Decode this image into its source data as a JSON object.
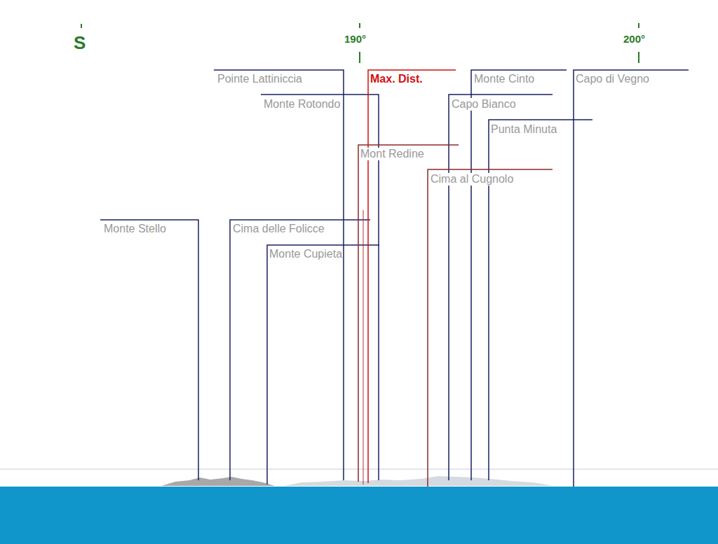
{
  "diagram": {
    "labels": [
      "S",
      "190°",
      "200°",
      "Pointe Lattiniccia",
      "Max. Dist.",
      "Monte Cinto",
      "Capo di Vegno",
      "Monte Rotondo",
      "Capo Bianco",
      "Punta Minuta",
      "Mont Redine",
      "Cima al Cugnolo",
      "Monte Stello",
      "Cima delle Folicce",
      "Monte Cupieta"
    ]
  }
}
